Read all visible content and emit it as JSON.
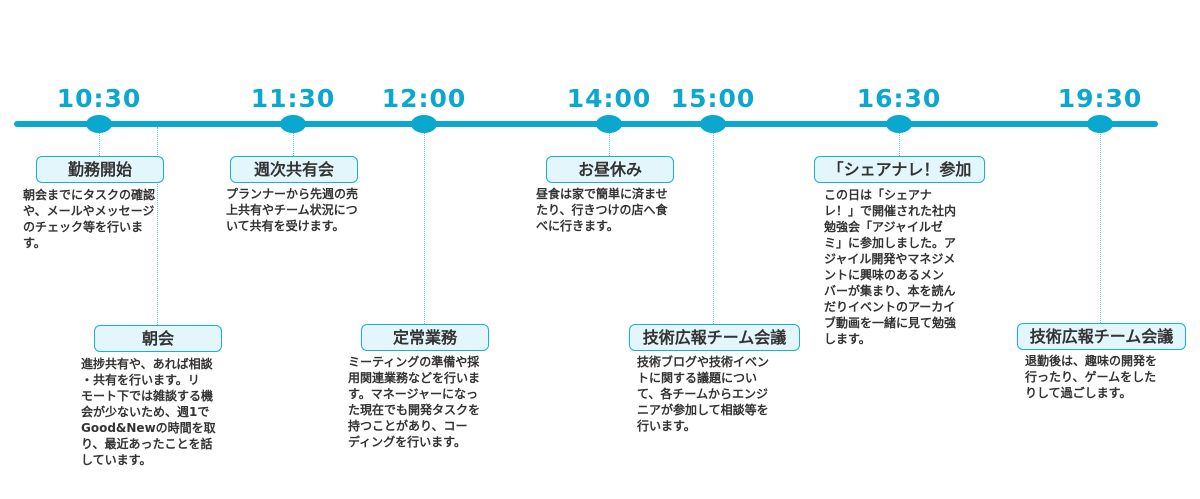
{
  "accent_color": "#0aa7cf",
  "times": [
    "10:30",
    "11:30",
    "12:00",
    "14:00",
    "15:00",
    "16:30",
    "19:30"
  ],
  "events": [
    {
      "title": "勤務開始",
      "desc": "朝会までにタスクの確認\nや、メールやメッセージ\nのチェック等を行いま\nす。"
    },
    {
      "title": "朝会",
      "desc": "進捗共有や、あれば相談\n・共有を行います。リ\nモート下では雑談する機\n会が少ないため、週1で\nGood&Newの時間を取\nり、最近あったことを話\nしています。"
    },
    {
      "title": "週次共有会",
      "desc": "プランナーから先週の売\n上共有やチーム状況につ\nいて共有を受けます。"
    },
    {
      "title": "定常業務",
      "desc": "ミーティングの準備や採\n用関連業務などを行いま\nす。マネージャーになっ\nた現在でも開発タスクを\n持つことがあり、コー\nディングを行います。"
    },
    {
      "title": "お昼休み",
      "desc": "昼食は家で簡単に済ませ\nたり、行きつけの店へ食\nべに行きます。"
    },
    {
      "title": "技術広報チーム会議",
      "desc": "技術ブログや技術イベン\nトに関する議題につい\nて、各チームからエンジ\nニアが参加して相談等を\n行います。"
    },
    {
      "title": "「シェアナレ！参加",
      "desc": "この日は「シェアナ\nレ！」で開催された社内\n勉強会「アジャイルゼ\nミ」に参加しました。ア\nジャイル開発やマネジメ\nントに興味のあるメン\nバーが集まり、本を読ん\nだりイベントのアーカイ\nブ動画を一緒に見て勉強\nします。"
    },
    {
      "title": "技術広報チーム会議",
      "desc": "退勤後は、趣味の開発を\n行ったり、ゲームをした\nりして過ごします。"
    }
  ]
}
